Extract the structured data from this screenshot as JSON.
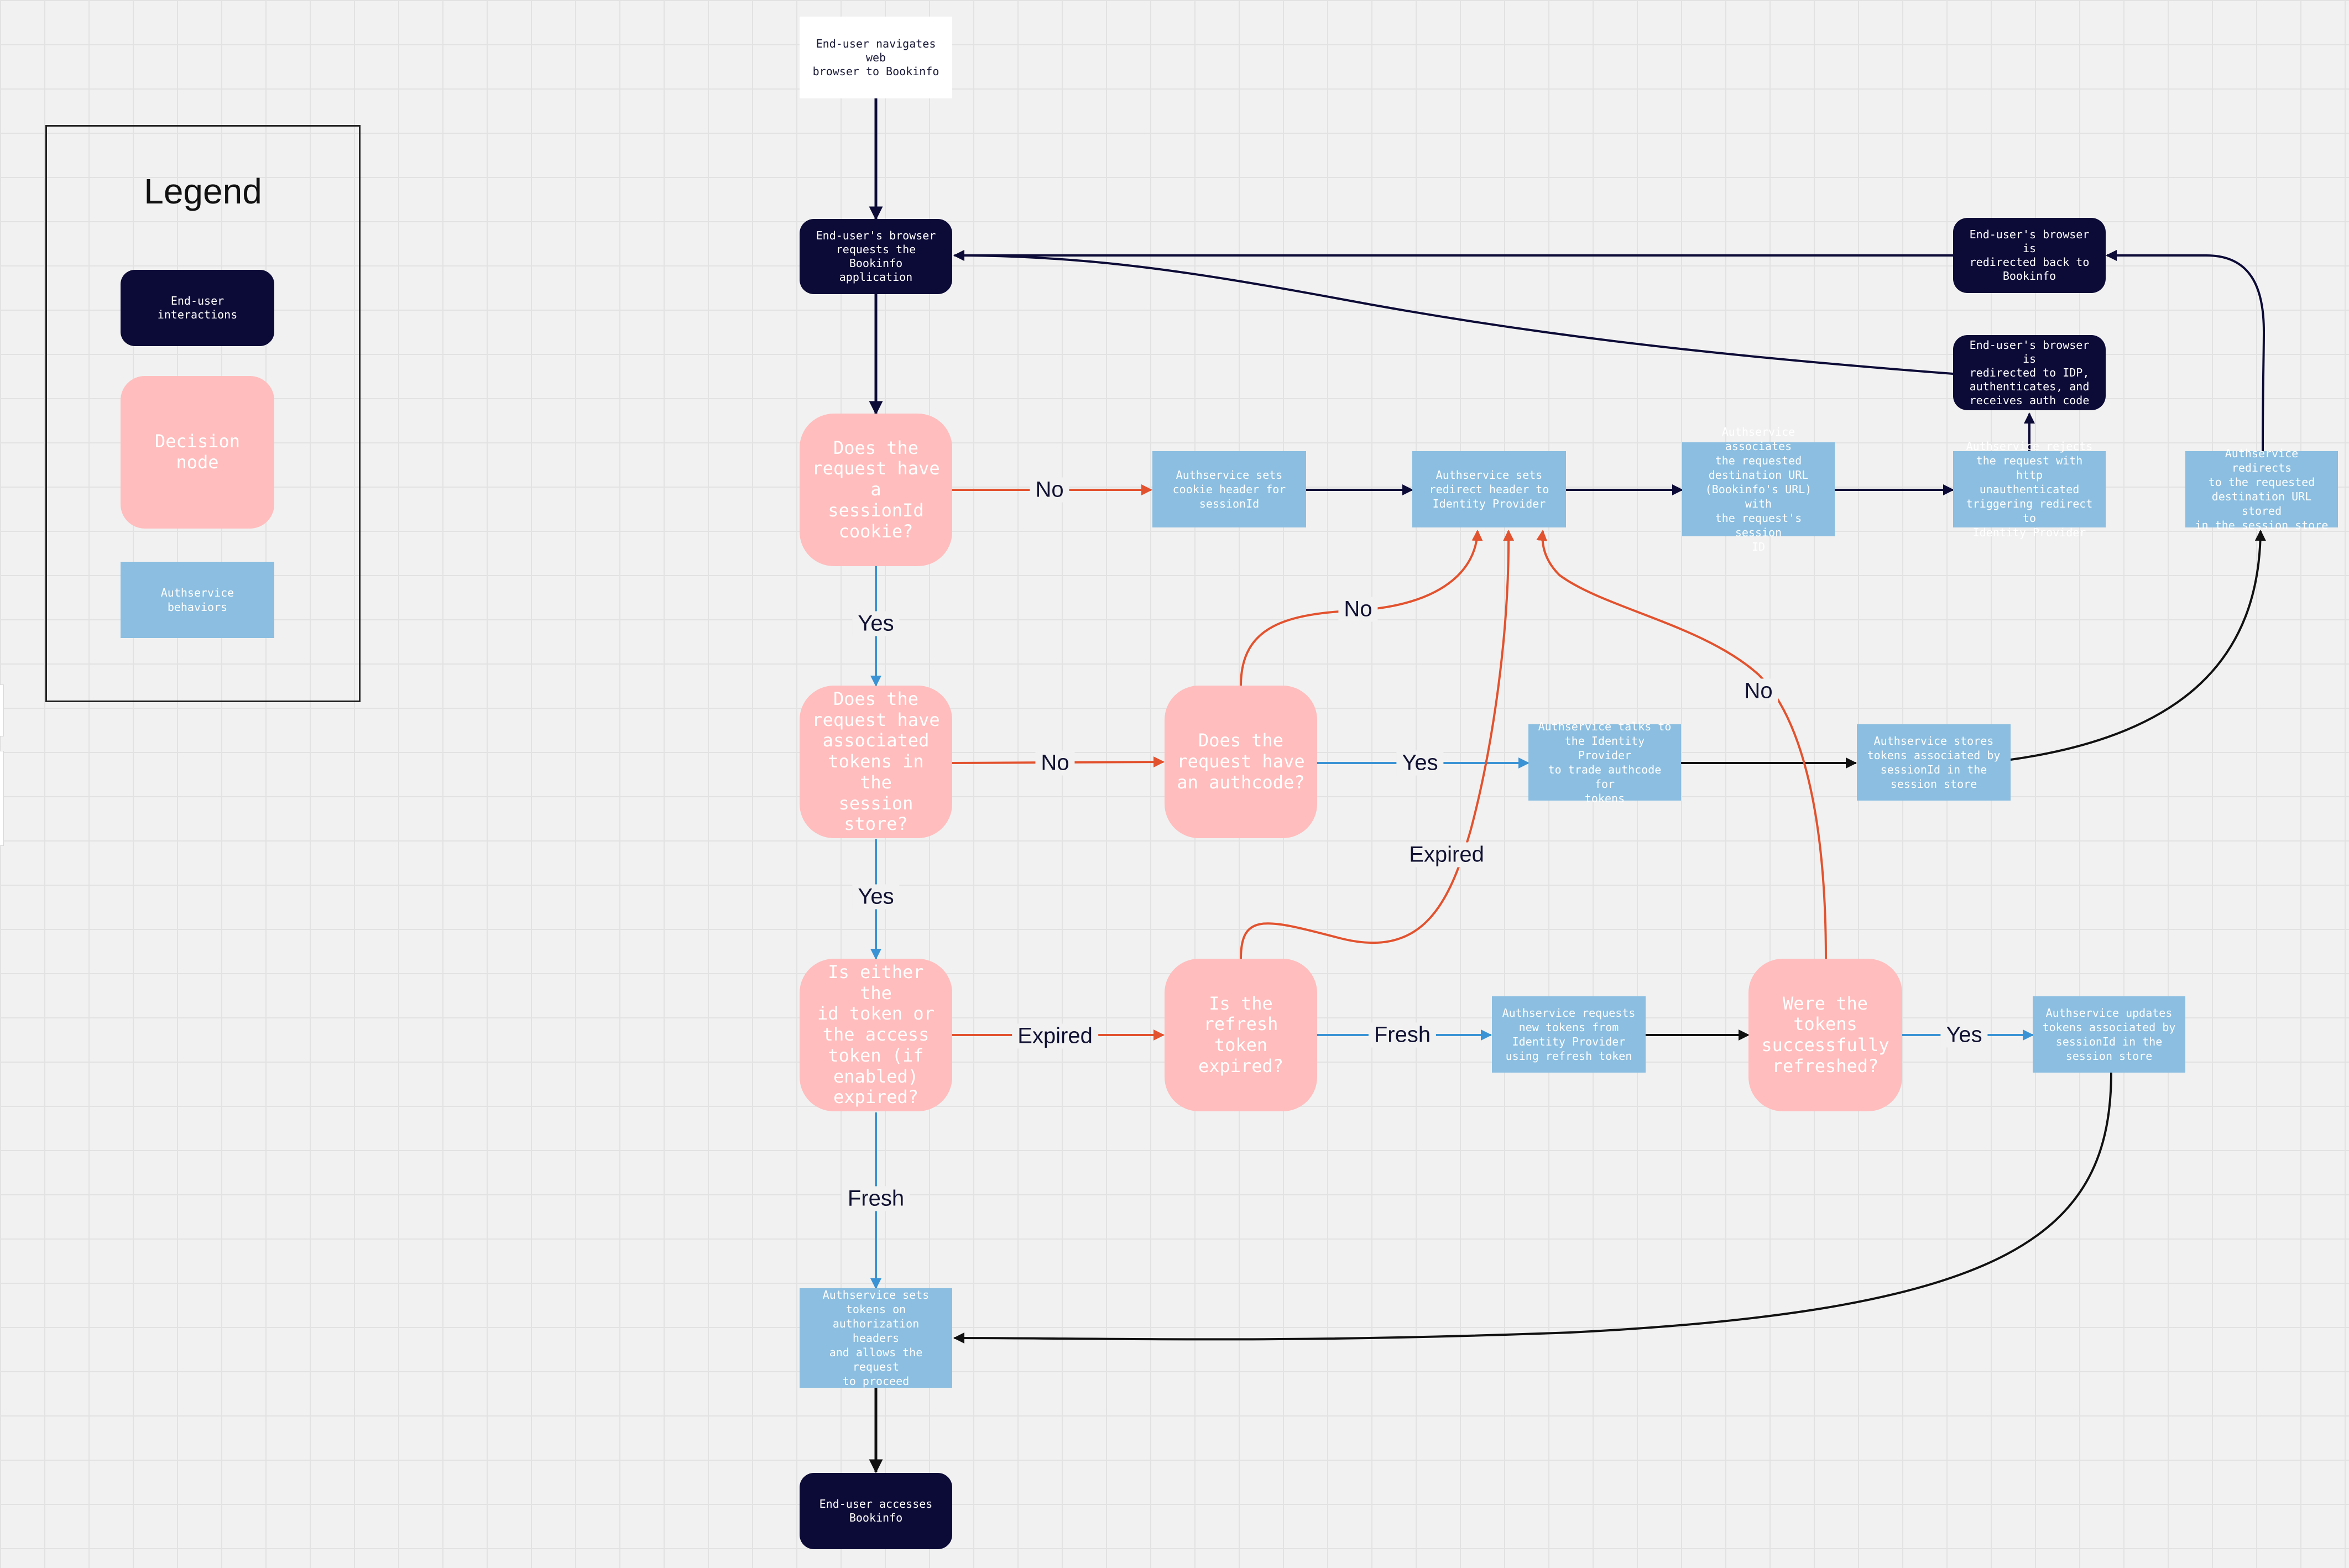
{
  "legend": {
    "title": "Legend",
    "user_label": "End-user interactions",
    "decision_label": "Decision\nnode",
    "auth_label": "Authservice behaviors"
  },
  "nodes": {
    "start": "End-user navigates web\nbrowser to Bookinfo",
    "browser_requests": "End-user's browser\nrequests the Bookinfo\napplication",
    "q_session_cookie": "Does the\nrequest have a\nsessionId\ncookie?",
    "set_cookie": "Authservice sets\ncookie header for\nsessionId",
    "set_redirect": "Authservice sets\nredirect header to\nIdentity Provider",
    "associates_url": "Authservice associates\nthe requested\ndestination URL\n(Bookinfo's URL) with\nthe request's session\nID",
    "rejects_request": "Authservice rejects\nthe request with http\nunauthenticated\ntriggering redirect to\nIdentity Provider",
    "redirected_idp": "End-user's browser is\nredirected to IDP,\nauthenticates, and\nreceives auth code",
    "redirected_back": "End-user's browser is\nredirected back to\nBookinfo",
    "auth_redirects": "Authservice redirects\nto the requested\ndestination URL stored\nin the session store",
    "q_tokens_store": "Does the\nrequest have\nassociated\ntokens in the\nsession store?",
    "q_authcode": "Does the\nrequest have\nan authcode?",
    "talks_idp": "Authservice talks to\nthe Identity Provider\nto trade authcode for\ntokens",
    "stores_tokens": "Authservice stores\ntokens associated by\nsessionId in the\nsession store",
    "q_token_expired": "Is either the\nid token or\nthe access\ntoken (if\nenabled)\nexpired?",
    "q_refresh_expired": "Is the refresh\ntoken expired?",
    "requests_new": "Authservice requests\nnew tokens from\nIdentity Provider\nusing refresh token",
    "q_refreshed": "Were the\ntokens\nsuccessfully\nrefreshed?",
    "updates_tokens": "Authservice updates\ntokens associated by\nsessionId in the\nsession store",
    "sets_tokens": "Authservice sets\ntokens on\nauthorization headers\nand allows the request\nto proceed",
    "accesses": "End-user accesses\nBookinfo"
  },
  "edge_labels": {
    "cookie_no": "No",
    "cookie_yes": "Yes",
    "store_no": "No",
    "store_yes": "Yes",
    "authcode_no": "No",
    "authcode_yes": "Yes",
    "token_expired": "Expired",
    "token_fresh": "Fresh",
    "refresh_expired": "Expired",
    "refresh_fresh": "Fresh",
    "refreshed_no": "No",
    "refreshed_yes": "Yes"
  },
  "colors": {
    "user_node": "#0c0a36",
    "decision_node": "#ffbdbd",
    "auth_node": "#8bbee0",
    "edge_dark": "#0c0a36",
    "edge_no": "#e2522e",
    "edge_yes": "#3a93d4"
  }
}
